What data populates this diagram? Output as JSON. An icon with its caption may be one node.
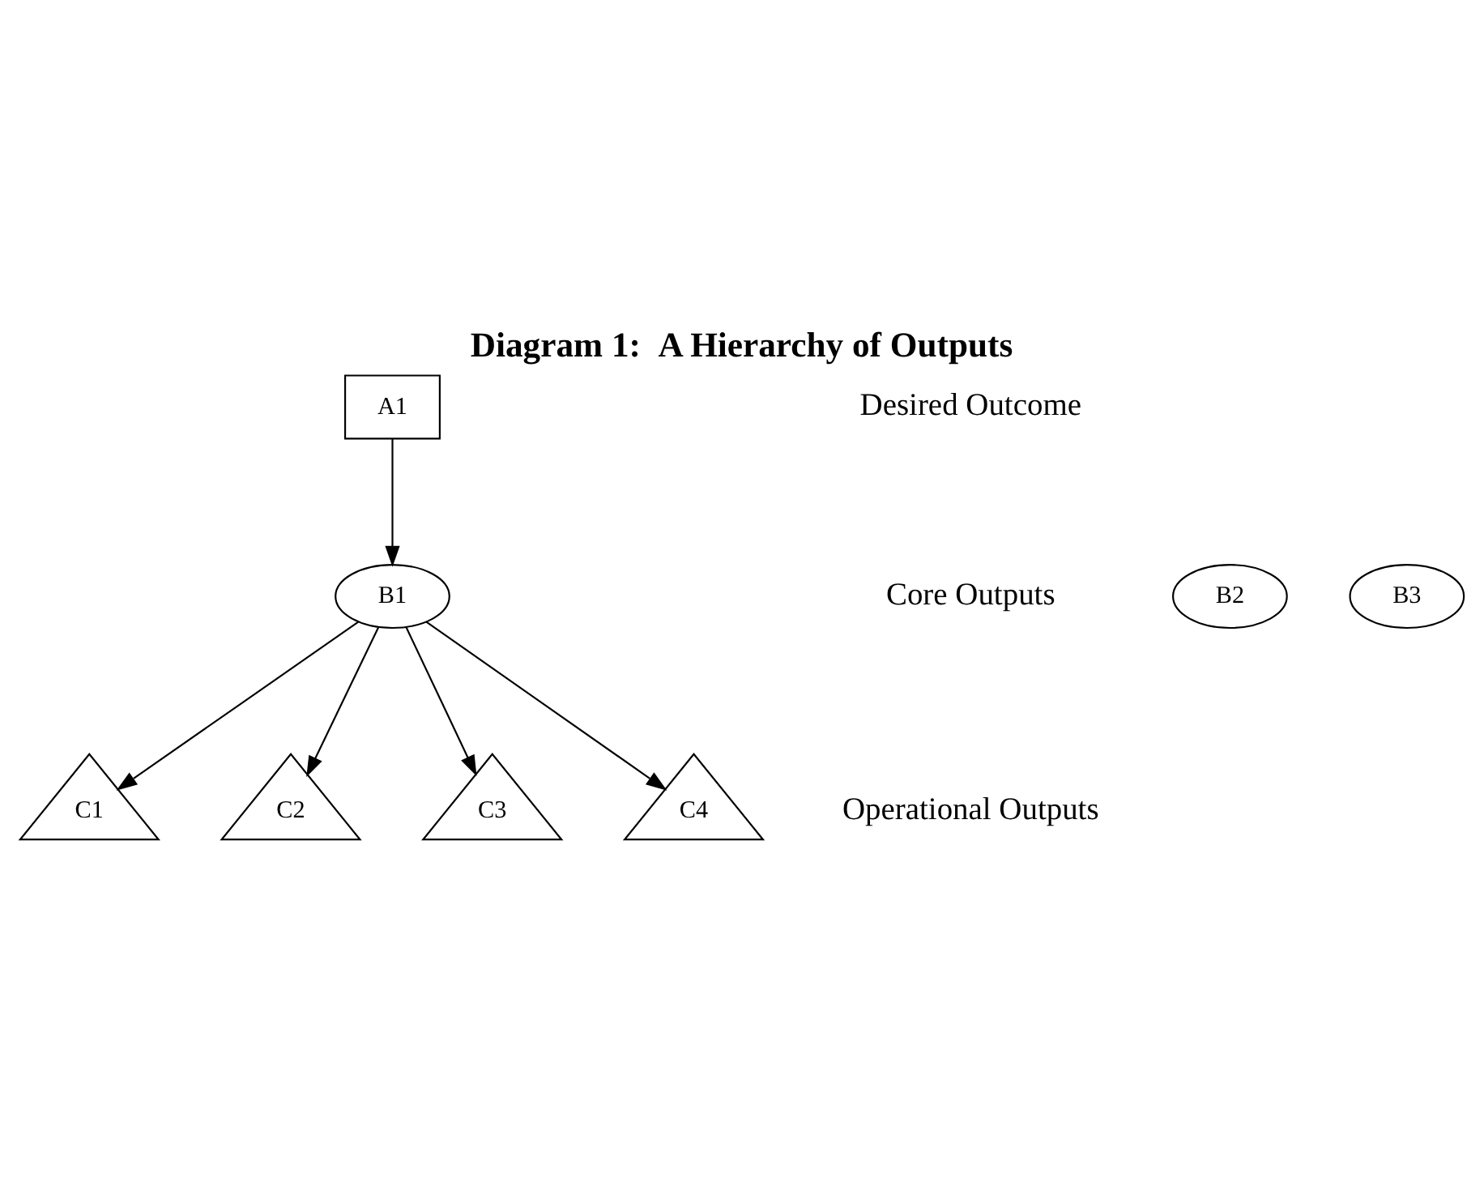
{
  "diagram": {
    "title": "Diagram 1:  A Hierarchy of Outputs",
    "nodes": [
      {
        "text": [
          "A1"
        ]
      },
      {
        "text": [
          "B1"
        ]
      },
      {
        "text": [
          "B2"
        ]
      },
      {
        "text": [
          "B3"
        ]
      },
      {
        "text": [
          "C1"
        ]
      },
      {
        "text": [
          "C2"
        ]
      },
      {
        "text": [
          "C3"
        ]
      },
      {
        "text": [
          "C4"
        ]
      }
    ],
    "edges": [
      {
        "from": 0,
        "to": 1,
        "arrow": "to"
      },
      {
        "from": 1,
        "to": 4,
        "arrow": "to"
      },
      {
        "from": 1,
        "to": 5,
        "arrow": "to"
      },
      {
        "from": 1,
        "to": 6,
        "arrow": "to"
      },
      {
        "from": 1,
        "to": 7,
        "arrow": "to"
      }
    ],
    "labels": [
      "Desired Outcome",
      "Core Outputs",
      "Operational Outputs"
    ]
  }
}
